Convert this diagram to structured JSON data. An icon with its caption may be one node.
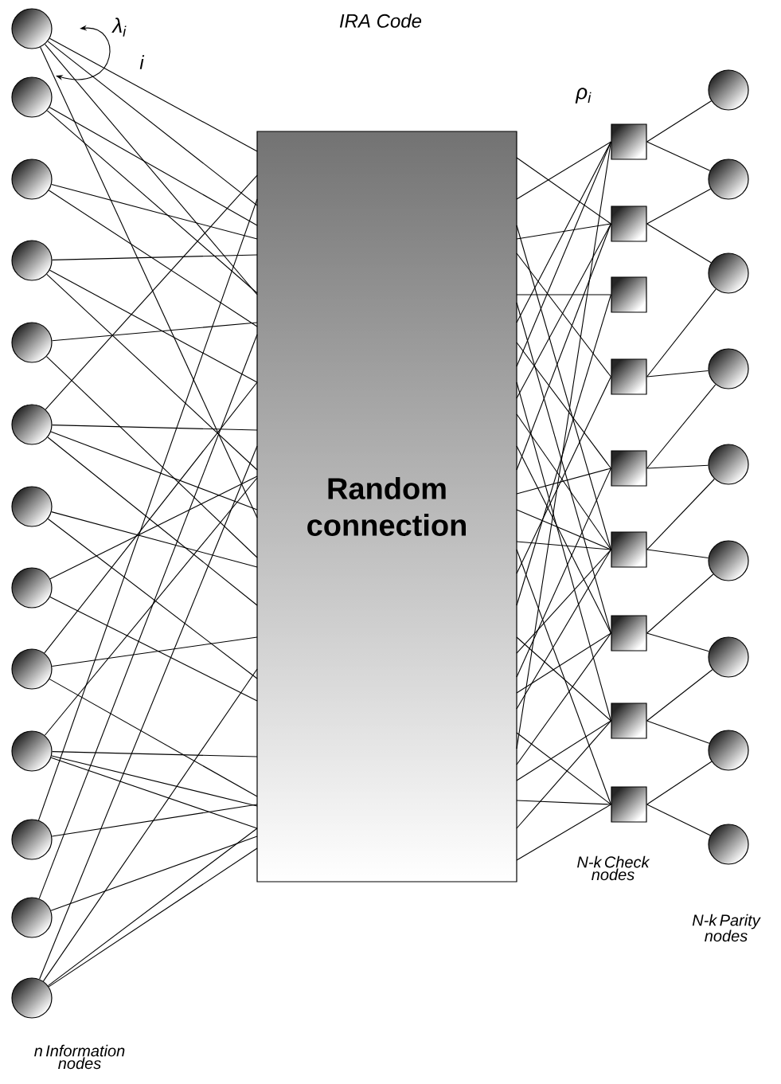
{
  "diagram": {
    "nodes": [
      {
        "text": [],
        "shape": "circle"
      },
      {
        "text": [],
        "shape": "circle"
      },
      {
        "text": [],
        "shape": "circle"
      },
      {
        "text": [],
        "shape": "circle"
      },
      {
        "text": [],
        "shape": "circle"
      },
      {
        "text": [],
        "shape": "circle"
      },
      {
        "text": [],
        "shape": "circle"
      },
      {
        "text": [],
        "shape": "circle"
      },
      {
        "text": [],
        "shape": "circle"
      },
      {
        "text": [],
        "shape": "circle"
      },
      {
        "text": [],
        "shape": "circle"
      },
      {
        "text": [],
        "shape": "circle"
      },
      {
        "text": [],
        "shape": "circle"
      },
      {
        "text": [
          "Random connection"
        ]
      },
      {
        "text": [],
        "shape": "box"
      },
      {
        "text": [],
        "shape": "box"
      },
      {
        "text": [],
        "shape": "box"
      },
      {
        "text": [],
        "shape": "box"
      },
      {
        "text": [],
        "shape": "box"
      },
      {
        "text": [],
        "shape": "box"
      },
      {
        "text": [],
        "shape": "box"
      },
      {
        "text": [],
        "shape": "box"
      },
      {
        "text": [],
        "shape": "box"
      },
      {
        "text": [],
        "shape": "circle"
      },
      {
        "text": [],
        "shape": "circle"
      },
      {
        "text": [],
        "shape": "circle"
      },
      {
        "text": [],
        "shape": "circle"
      },
      {
        "text": [],
        "shape": "circle"
      },
      {
        "text": [],
        "shape": "circle"
      },
      {
        "text": [],
        "shape": "circle"
      },
      {
        "text": [],
        "shape": "circle"
      },
      {
        "text": [],
        "shape": "circle"
      }
    ],
    "edges": [
      {
        "from": 0,
        "to": 13,
        "arrow": "none"
      },
      {
        "from": 0,
        "to": 13,
        "arrow": "none"
      },
      {
        "from": 0,
        "to": 13,
        "arrow": "none"
      },
      {
        "from": 0,
        "to": 13,
        "arrow": "none"
      },
      {
        "from": 1,
        "to": 13,
        "arrow": "none"
      },
      {
        "from": 1,
        "to": 13,
        "arrow": "none"
      },
      {
        "from": 2,
        "to": 13,
        "arrow": "none"
      },
      {
        "from": 2,
        "to": 13,
        "arrow": "none"
      },
      {
        "from": 3,
        "to": 13,
        "arrow": "none"
      },
      {
        "from": 3,
        "to": 13,
        "arrow": "none"
      },
      {
        "from": 3,
        "to": 13,
        "arrow": "none"
      },
      {
        "from": 4,
        "to": 13,
        "arrow": "none"
      },
      {
        "from": 4,
        "to": 13,
        "arrow": "none"
      },
      {
        "from": 5,
        "to": 13,
        "arrow": "none"
      },
      {
        "from": 5,
        "to": 13,
        "arrow": "none"
      },
      {
        "from": 5,
        "to": 13,
        "arrow": "none"
      },
      {
        "from": 5,
        "to": 13,
        "arrow": "none"
      },
      {
        "from": 6,
        "to": 13,
        "arrow": "none"
      },
      {
        "from": 6,
        "to": 13,
        "arrow": "none"
      },
      {
        "from": 7,
        "to": 13,
        "arrow": "none"
      },
      {
        "from": 7,
        "to": 13,
        "arrow": "none"
      },
      {
        "from": 8,
        "to": 13,
        "arrow": "none"
      },
      {
        "from": 8,
        "to": 13,
        "arrow": "none"
      },
      {
        "from": 8,
        "to": 13,
        "arrow": "none"
      },
      {
        "from": 9,
        "to": 13,
        "arrow": "none"
      },
      {
        "from": 9,
        "to": 13,
        "arrow": "none"
      },
      {
        "from": 9,
        "to": 13,
        "arrow": "none"
      },
      {
        "from": 9,
        "to": 13,
        "arrow": "none"
      },
      {
        "from": 10,
        "to": 13,
        "arrow": "none"
      },
      {
        "from": 10,
        "to": 13,
        "arrow": "none"
      },
      {
        "from": 11,
        "to": 13,
        "arrow": "none"
      },
      {
        "from": 11,
        "to": 13,
        "arrow": "none"
      },
      {
        "from": 12,
        "to": 13,
        "arrow": "none"
      },
      {
        "from": 12,
        "to": 13,
        "arrow": "none"
      },
      {
        "from": 12,
        "to": 13,
        "arrow": "none"
      },
      {
        "from": 12,
        "to": 13,
        "arrow": "none"
      },
      {
        "from": 13,
        "to": 15,
        "arrow": "none"
      },
      {
        "from": 13,
        "to": 14,
        "arrow": "none"
      },
      {
        "from": 13,
        "to": 19,
        "arrow": "none"
      },
      {
        "from": 13,
        "to": 15,
        "arrow": "none"
      },
      {
        "from": 13,
        "to": 17,
        "arrow": "none"
      },
      {
        "from": 13,
        "to": 16,
        "arrow": "none"
      },
      {
        "from": 13,
        "to": 20,
        "arrow": "none"
      },
      {
        "from": 13,
        "to": 14,
        "arrow": "none"
      },
      {
        "from": 13,
        "to": 18,
        "arrow": "none"
      },
      {
        "from": 13,
        "to": 14,
        "arrow": "none"
      },
      {
        "from": 13,
        "to": 21,
        "arrow": "none"
      },
      {
        "from": 13,
        "to": 15,
        "arrow": "none"
      },
      {
        "from": 13,
        "to": 19,
        "arrow": "none"
      },
      {
        "from": 13,
        "to": 20,
        "arrow": "none"
      },
      {
        "from": 13,
        "to": 15,
        "arrow": "none"
      },
      {
        "from": 13,
        "to": 18,
        "arrow": "none"
      },
      {
        "from": 13,
        "to": 19,
        "arrow": "none"
      },
      {
        "from": 13,
        "to": 19,
        "arrow": "none"
      },
      {
        "from": 13,
        "to": 22,
        "arrow": "none"
      },
      {
        "from": 13,
        "to": 17,
        "arrow": "none"
      },
      {
        "from": 13,
        "to": 16,
        "arrow": "none"
      },
      {
        "from": 13,
        "to": 21,
        "arrow": "none"
      },
      {
        "from": 13,
        "to": 19,
        "arrow": "none"
      },
      {
        "from": 13,
        "to": 18,
        "arrow": "none"
      },
      {
        "from": 13,
        "to": 20,
        "arrow": "none"
      },
      {
        "from": 13,
        "to": 19,
        "arrow": "none"
      },
      {
        "from": 13,
        "to": 22,
        "arrow": "none"
      },
      {
        "from": 13,
        "to": 14,
        "arrow": "none"
      },
      {
        "from": 13,
        "to": 20,
        "arrow": "none"
      },
      {
        "from": 13,
        "to": 21,
        "arrow": "none"
      },
      {
        "from": 13,
        "to": 22,
        "arrow": "none"
      },
      {
        "from": 13,
        "to": 21,
        "arrow": "none"
      },
      {
        "from": 13,
        "to": 22,
        "arrow": "none"
      },
      {
        "from": 14,
        "to": 23,
        "arrow": "none"
      },
      {
        "from": 14,
        "to": 24,
        "arrow": "none"
      },
      {
        "from": 15,
        "to": 24,
        "arrow": "none"
      },
      {
        "from": 15,
        "to": 25,
        "arrow": "none"
      },
      {
        "from": 17,
        "to": 25,
        "arrow": "none"
      },
      {
        "from": 17,
        "to": 26,
        "arrow": "none"
      },
      {
        "from": 18,
        "to": 26,
        "arrow": "none"
      },
      {
        "from": 18,
        "to": 27,
        "arrow": "none"
      },
      {
        "from": 19,
        "to": 27,
        "arrow": "none"
      },
      {
        "from": 19,
        "to": 28,
        "arrow": "none"
      },
      {
        "from": 20,
        "to": 28,
        "arrow": "none"
      },
      {
        "from": 20,
        "to": 29,
        "arrow": "none"
      },
      {
        "from": 21,
        "to": 29,
        "arrow": "none"
      },
      {
        "from": 21,
        "to": 30,
        "arrow": "none"
      },
      {
        "from": 22,
        "to": 30,
        "arrow": "none"
      },
      {
        "from": 22,
        "to": 31,
        "arrow": "none"
      }
    ],
    "labels": [
      "IRA Code",
      "λ$_{i}$",
      "i",
      "ρ$_{i}$",
      "n Information nodes",
      "N-k Check nodes",
      "N-k Parity nodes"
    ]
  }
}
